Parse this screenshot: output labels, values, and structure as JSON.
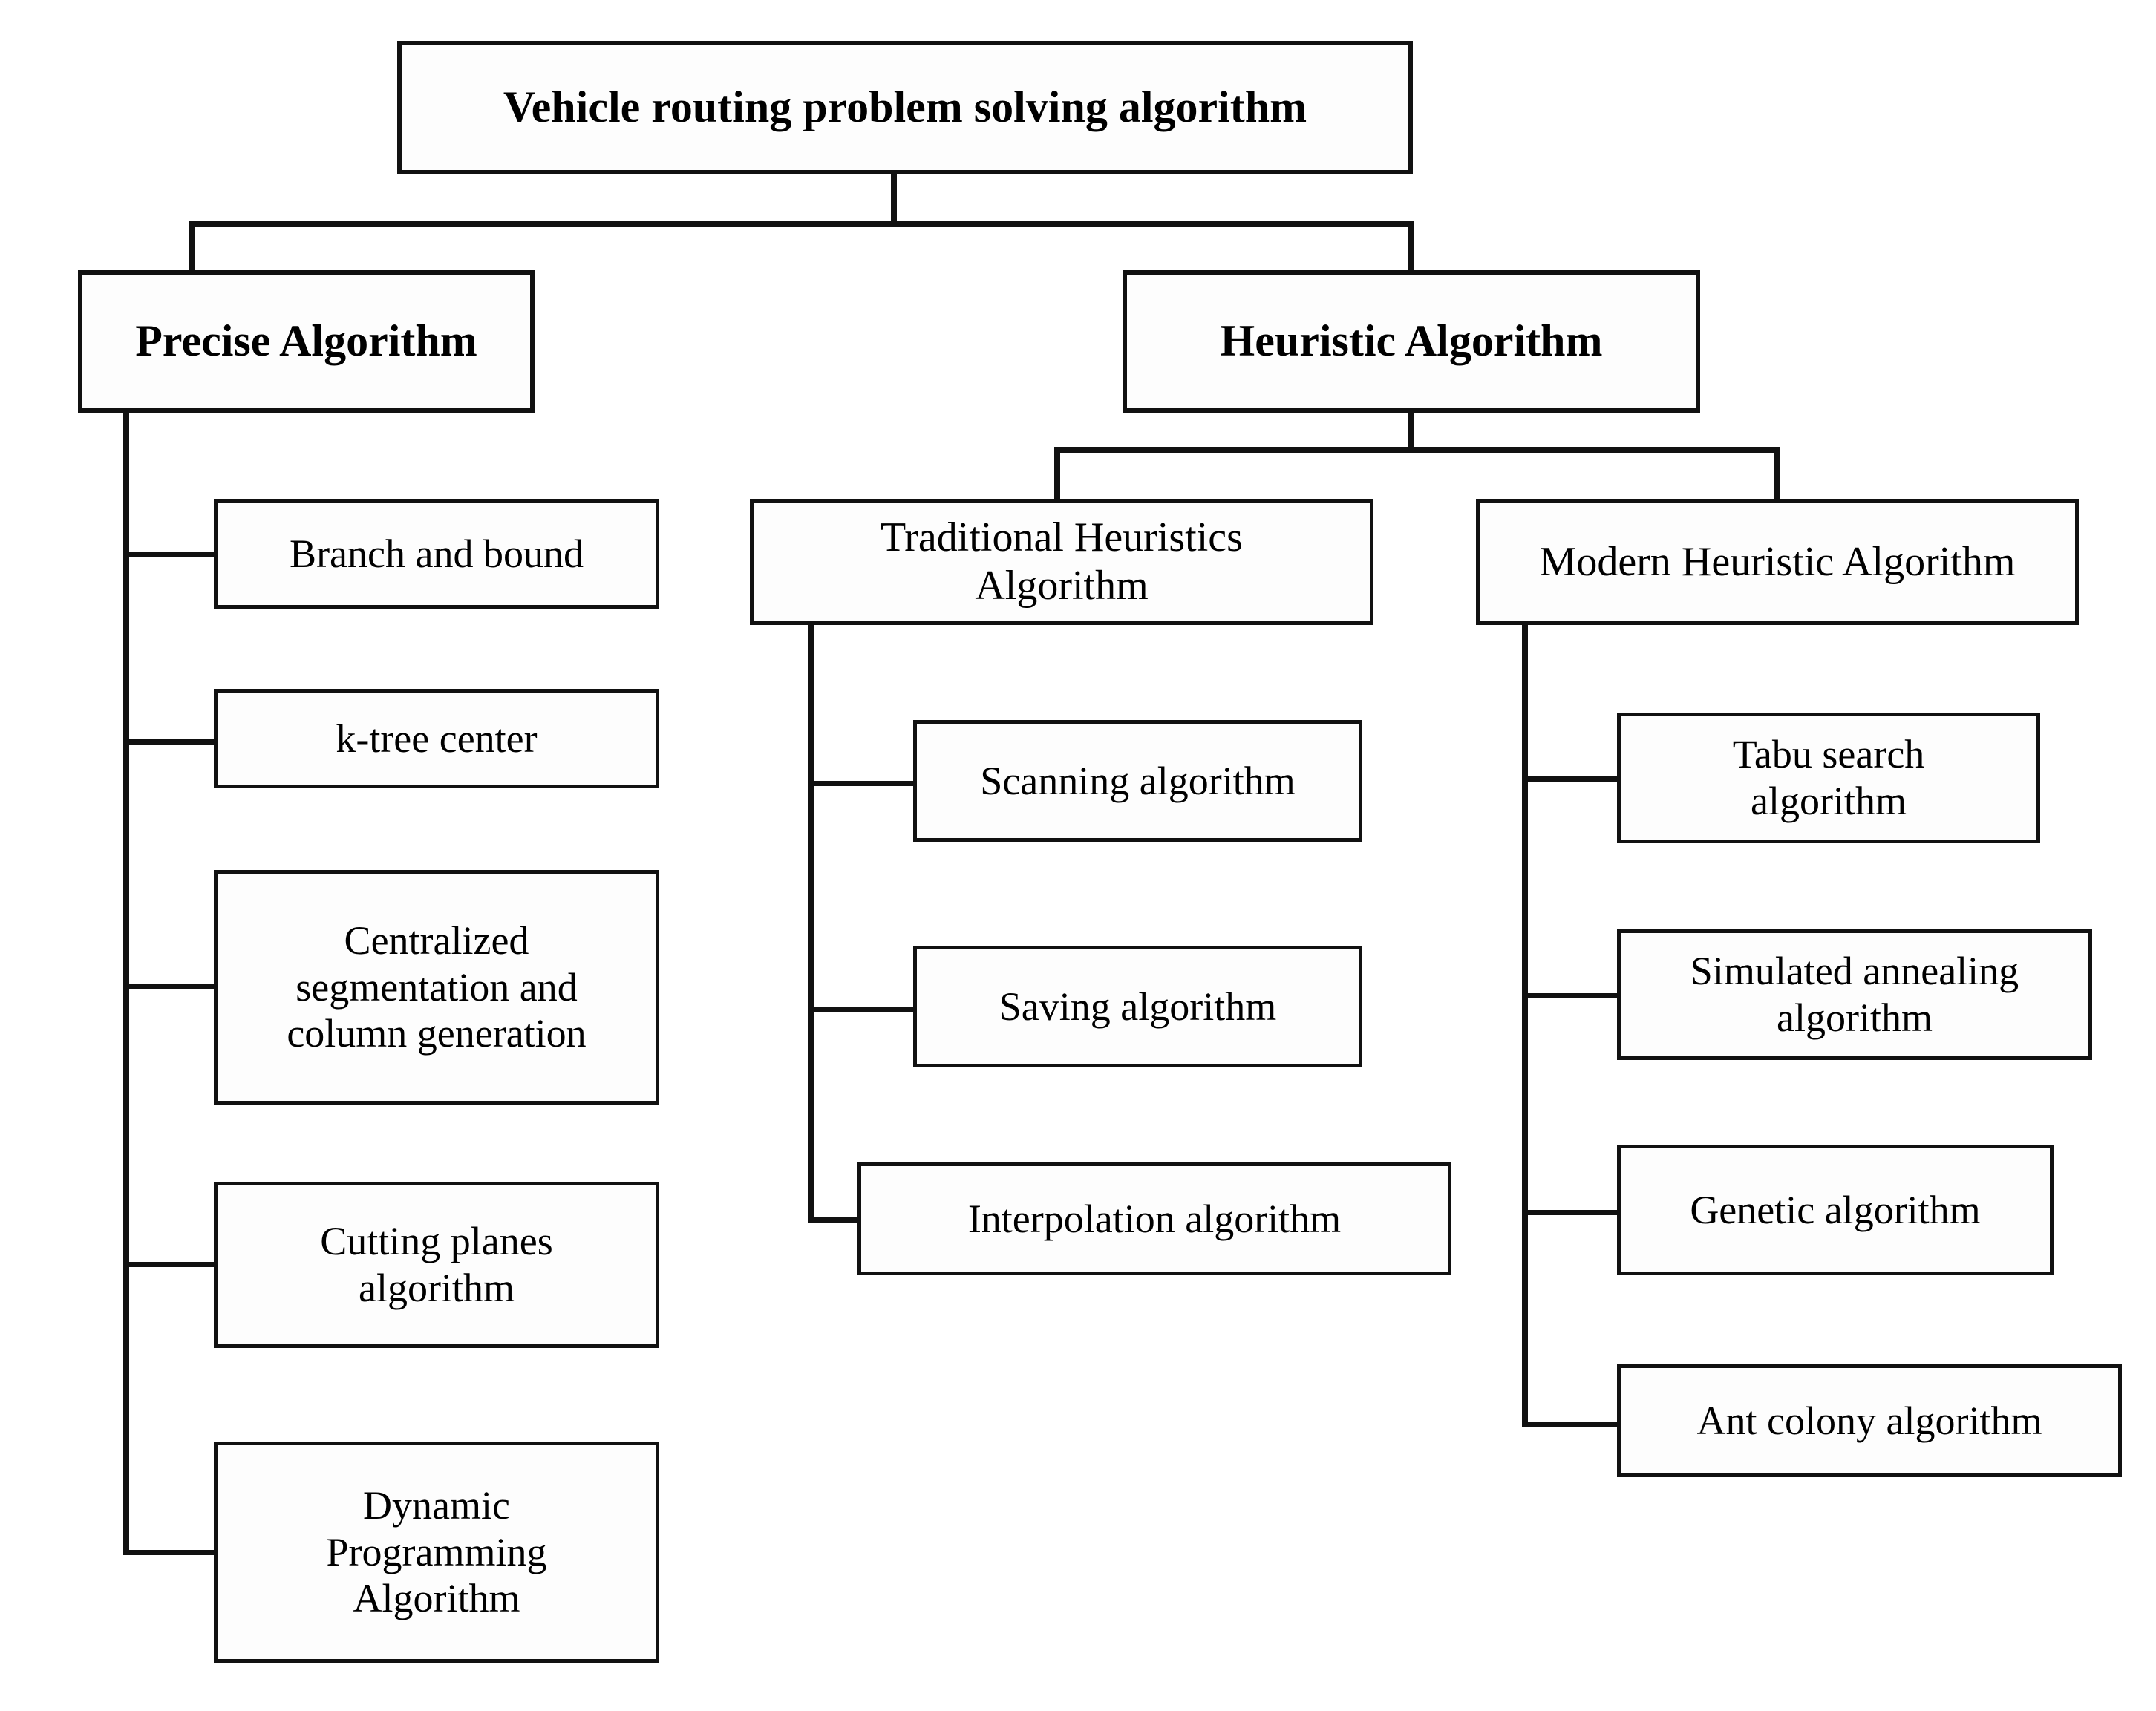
{
  "diagram": {
    "title": "Vehicle routing problem solving algorithm",
    "type": "hierarchy-tree",
    "orientation": "top-down-then-left-spine"
  },
  "root": {
    "label": "Vehicle routing problem solving algorithm"
  },
  "level2": {
    "precise": {
      "label": "Precise Algorithm"
    },
    "heuristic": {
      "label": "Heuristic Algorithm"
    }
  },
  "level3": {
    "traditional": {
      "label": "Traditional Heuristics\nAlgorithm"
    },
    "modern": {
      "label": "Modern Heuristic Algorithm"
    }
  },
  "precise_children": [
    {
      "label": "Branch and bound"
    },
    {
      "label": "k-tree center"
    },
    {
      "label": "Centralized\nsegmentation and\ncolumn generation"
    },
    {
      "label": "Cutting planes\nalgorithm"
    },
    {
      "label": "Dynamic\nProgramming\nAlgorithm"
    }
  ],
  "traditional_children": [
    {
      "label": "Scanning algorithm"
    },
    {
      "label": "Saving algorithm"
    },
    {
      "label": "Interpolation algorithm"
    }
  ],
  "modern_children": [
    {
      "label": "Tabu search\nalgorithm"
    },
    {
      "label": "Simulated annealing\nalgorithm"
    },
    {
      "label": "Genetic algorithm"
    },
    {
      "label": "Ant colony algorithm"
    }
  ],
  "colors": {
    "line": "#111111",
    "box_border": "#111111",
    "box_fill": "#fdfdfd",
    "text": "#000000",
    "background": "#ffffff"
  }
}
